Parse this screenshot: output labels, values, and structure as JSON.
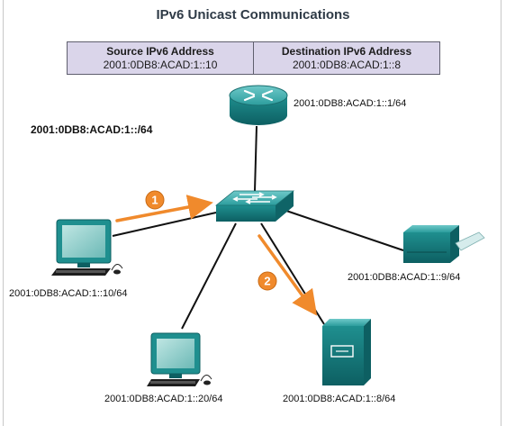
{
  "title": "IPv6 Unicast Communications",
  "packet_table": {
    "source_header": "Source IPv6 Address",
    "source_value": "2001:0DB8:ACAD:1::10",
    "dest_header": "Destination IPv6 Address",
    "dest_value": "2001:0DB8:ACAD:1::8"
  },
  "network_prefix": "2001:0DB8:ACAD:1::/64",
  "devices": {
    "router": "2001:0DB8:ACAD:1::1/64",
    "pc_left": "2001:0DB8:ACAD:1::10/64",
    "pc_bottom": "2001:0DB8:ACAD:1::20/64",
    "server": "2001:0DB8:ACAD:1::8/64",
    "printer": "2001:0DB8:ACAD:1::9/64"
  },
  "steps": [
    "1",
    "2"
  ],
  "colors": {
    "arrow": "#f08a2c",
    "device_teal": "#1f8f8f",
    "table_fill": "#dad5ea"
  }
}
